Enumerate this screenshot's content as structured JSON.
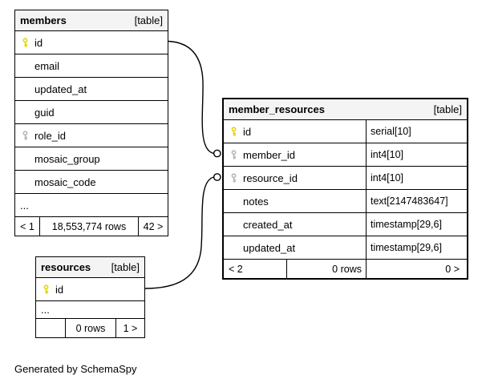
{
  "colors": {
    "primary_key": "#e2d500",
    "foreign_key": "#b5b5b5",
    "header_bg": "#f4f4f4",
    "border": "#000000",
    "background": "#ffffff"
  },
  "icons": {
    "primary_key_icon": "svg-key-yellow",
    "foreign_key_icon": "svg-key-gray",
    "edge_endpoint_icon": "open-circle"
  },
  "tables": [
    {
      "name": "members",
      "type_badge": "[table]",
      "columns": [
        {
          "name": "id",
          "key": "primary"
        },
        {
          "name": "email"
        },
        {
          "name": "updated_at"
        },
        {
          "name": "guid"
        },
        {
          "name": "role_id",
          "key": "foreign"
        },
        {
          "name": "mosaic_group"
        },
        {
          "name": "mosaic_code"
        },
        {
          "name": "..."
        }
      ],
      "footer": {
        "left": "< 1",
        "middle": "18,553,774 rows",
        "right": "42 >"
      }
    },
    {
      "name": "member_resources",
      "type_badge": "[table]",
      "columns": [
        {
          "name": "id",
          "key": "primary",
          "type": "serial[10]"
        },
        {
          "name": "member_id",
          "key": "foreign",
          "type": "int4[10]"
        },
        {
          "name": "resource_id",
          "key": "foreign",
          "type": "int4[10]"
        },
        {
          "name": "notes",
          "type": "text[2147483647]"
        },
        {
          "name": "created_at",
          "type": "timestamp[29,6]"
        },
        {
          "name": "updated_at",
          "type": "timestamp[29,6]"
        }
      ],
      "footer": {
        "left": "< 2",
        "middle": "0 rows",
        "right": "0 >"
      }
    },
    {
      "name": "resources",
      "type_badge": "[table]",
      "columns": [
        {
          "name": "id",
          "key": "primary"
        },
        {
          "name": "..."
        }
      ],
      "footer": {
        "left": "",
        "middle": "0 rows",
        "right": "1 >"
      }
    }
  ],
  "relationships": [
    {
      "from": "members.id",
      "to": "member_resources.member_id"
    },
    {
      "from": "resources.id",
      "to": "member_resources.resource_id"
    }
  ],
  "credit": "Generated by SchemaSpy"
}
